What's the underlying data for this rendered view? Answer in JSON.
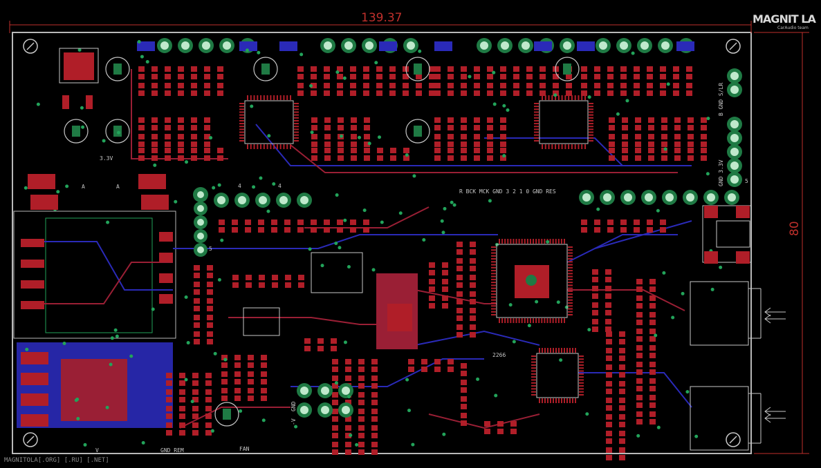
{
  "board": {
    "width_dimension": "139.37",
    "height_dimension": "80",
    "footer": "MAGNITOLA[.ORG] [.RU] [.NET]"
  },
  "logo": {
    "text": "MAGNIT LA",
    "subtitle": "CarAudio team"
  },
  "labels": {
    "v33": "3.3V",
    "ra": "A",
    "rb": "A",
    "r4a": "4",
    "r4b": "4",
    "header_pins": "R BCK MCK GND 3 2 1 0 GND RES",
    "five_right": "5",
    "five_left": "5",
    "i2s_1": "B GND S/LR",
    "i2s_2": "GND 3.3V",
    "r2266": "2266",
    "gnd_v": "GND",
    "vplus": "V",
    "gndrem": "GND REM",
    "fan": "FAN",
    "minus_v": "-V"
  },
  "colors": {
    "background": "#000000",
    "top_copper": "#9a1f35",
    "bottom_copper": "#2a2ab8",
    "pad": "#b01e28",
    "via": "#22a35a",
    "silk": "#c8c8c8",
    "outline": "#b9b9b9",
    "dimension": "#c0302c"
  }
}
